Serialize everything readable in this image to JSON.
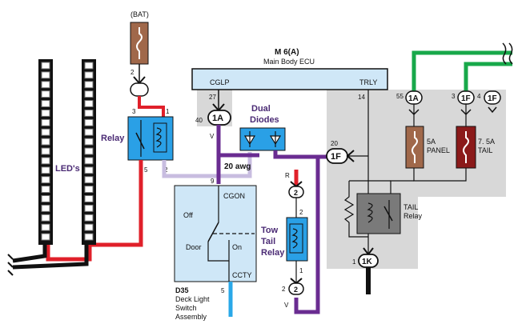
{
  "labels": {
    "bat": "(BAT)",
    "ecu_code": "M 6(A)",
    "ecu_name": "Main Body ECU",
    "cglp": "CGLP",
    "trly": "TRLY",
    "relay": "Relay",
    "leds": "LED's",
    "dual_diodes_1": "Dual",
    "dual_diodes_2": "Diodes",
    "wire_gauge": "20 awg",
    "tow_tail_1": "Tow",
    "tow_tail_2": "Tail",
    "tow_tail_3": "Relay",
    "panel_fuse_1": "5A",
    "panel_fuse_2": "PANEL",
    "tail_fuse_1": "7. 5A",
    "tail_fuse_2": "TAIL",
    "tail_relay_1": "TAIL",
    "tail_relay_2": "Relay",
    "cgon": "CGON",
    "cgon_pin": "9",
    "off": "Off",
    "door": "Door",
    "on": "On",
    "ccty": "CCTY",
    "d35": "D35",
    "d35_name_1": "Deck Light",
    "d35_name_2": "Switch",
    "d35_name_3": "Assembly"
  },
  "pins": {
    "bat_pin": "2",
    "relay_pin3": "3",
    "relay_pin1": "1",
    "relay_pin5": "5",
    "relay_pin2": "2",
    "cglp_pin": "27",
    "conn_1a_pin": "40",
    "trly_pin": "14",
    "conn_1f_pin": "20",
    "pin_55": "55",
    "pin_3": "3",
    "pin_4": "4",
    "ccty_pin": "5",
    "tow_r": "R",
    "tow_pin2a": "2",
    "tow_pin2b": "2",
    "tow_pin1": "1",
    "v_left": "V",
    "v_right": "V",
    "k_pin": "1"
  },
  "connectors": {
    "c1a_left": "1A",
    "c1f_mid": "1F",
    "c1a_right": "1A",
    "c1f_right": "1F",
    "c1f_right2": "1F",
    "c2_top": "2",
    "c2_bottom": "2",
    "c1k": "1K"
  },
  "colors": {
    "fuse_brown": "#a0684a",
    "fuse_red": "#8b1a1a",
    "relay_blue": "#2aa0e6",
    "wire_red": "#e0202a",
    "wire_purple": "#6a2c91",
    "wire_green": "#18a84a",
    "wire_lavender": "#c8bde0",
    "wire_light_blue": "#2aa8e8",
    "wire_black": "#111111",
    "gray_panel": "#d8d8d8",
    "ecu_blue": "#cfe7f7"
  }
}
